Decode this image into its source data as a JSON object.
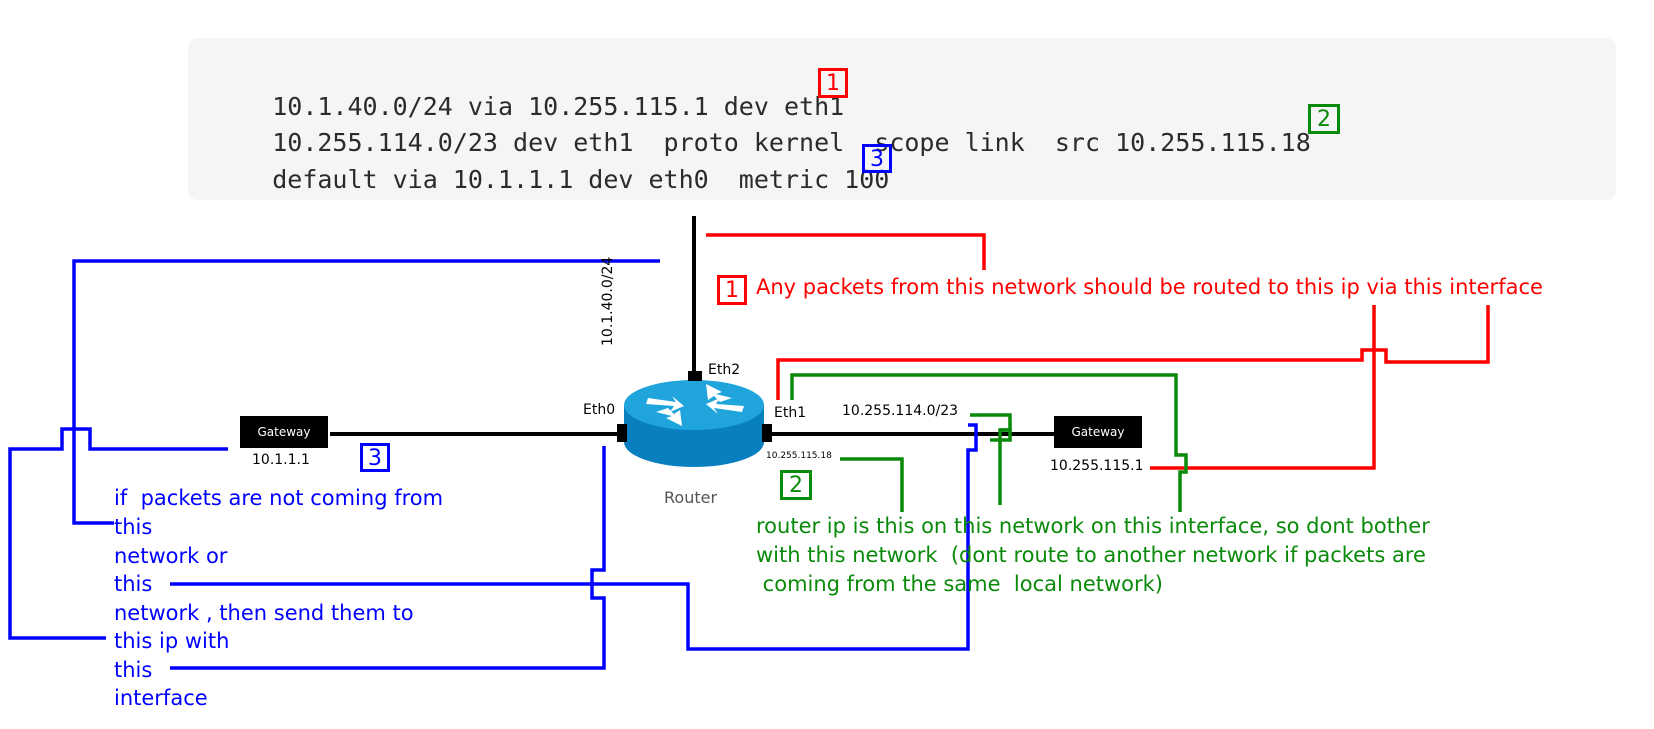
{
  "code": {
    "line1": "10.1.40.0/24 via 10.255.115.1 dev eth1",
    "line2": "10.255.114.0/23 dev eth1  proto kernel  scope link  src 10.255.115.18",
    "line3": "default via 10.1.1.1 dev eth0  metric 100",
    "marker1": "1",
    "marker2": "2",
    "marker3": "3"
  },
  "network": {
    "subnet_eth2": "10.1.40.0/24",
    "subnet_eth1": "10.255.114.0/23",
    "router_label": "Router",
    "eth0_label": "Eth0",
    "eth1_label": "Eth1",
    "eth2_label": "Eth2",
    "router_ip": "10.255.115.18",
    "left_gateway_label": "Gateway",
    "left_gateway_ip": "10.1.1.1",
    "right_gateway_label": "Gateway",
    "right_gateway_ip": "10.255.115.1"
  },
  "annotations": {
    "red_marker": "1",
    "red_text": "Any packets from this network should be routed to this ip via this interface",
    "green_marker": "2",
    "green_text_line1": "router ip is this on this network on this interface, so dont bother",
    "green_text_line2": "with this network  (dont route to another network if packets are",
    "green_text_line3": " coming from the same  local network)",
    "blue_marker": "3",
    "blue_line1": "if  packets are not coming from",
    "blue_line2": "this",
    "blue_line3": "network or",
    "blue_line4": "this",
    "blue_line5": "network , then send them to",
    "blue_line6": "this ip with",
    "blue_line7": "this",
    "blue_line8": "interface"
  },
  "colors": {
    "red": "#ff0000",
    "green": "#0a8a0a",
    "blue": "#0000ff",
    "router": "#1a9ad6",
    "code_bg": "#f5f5f5"
  }
}
